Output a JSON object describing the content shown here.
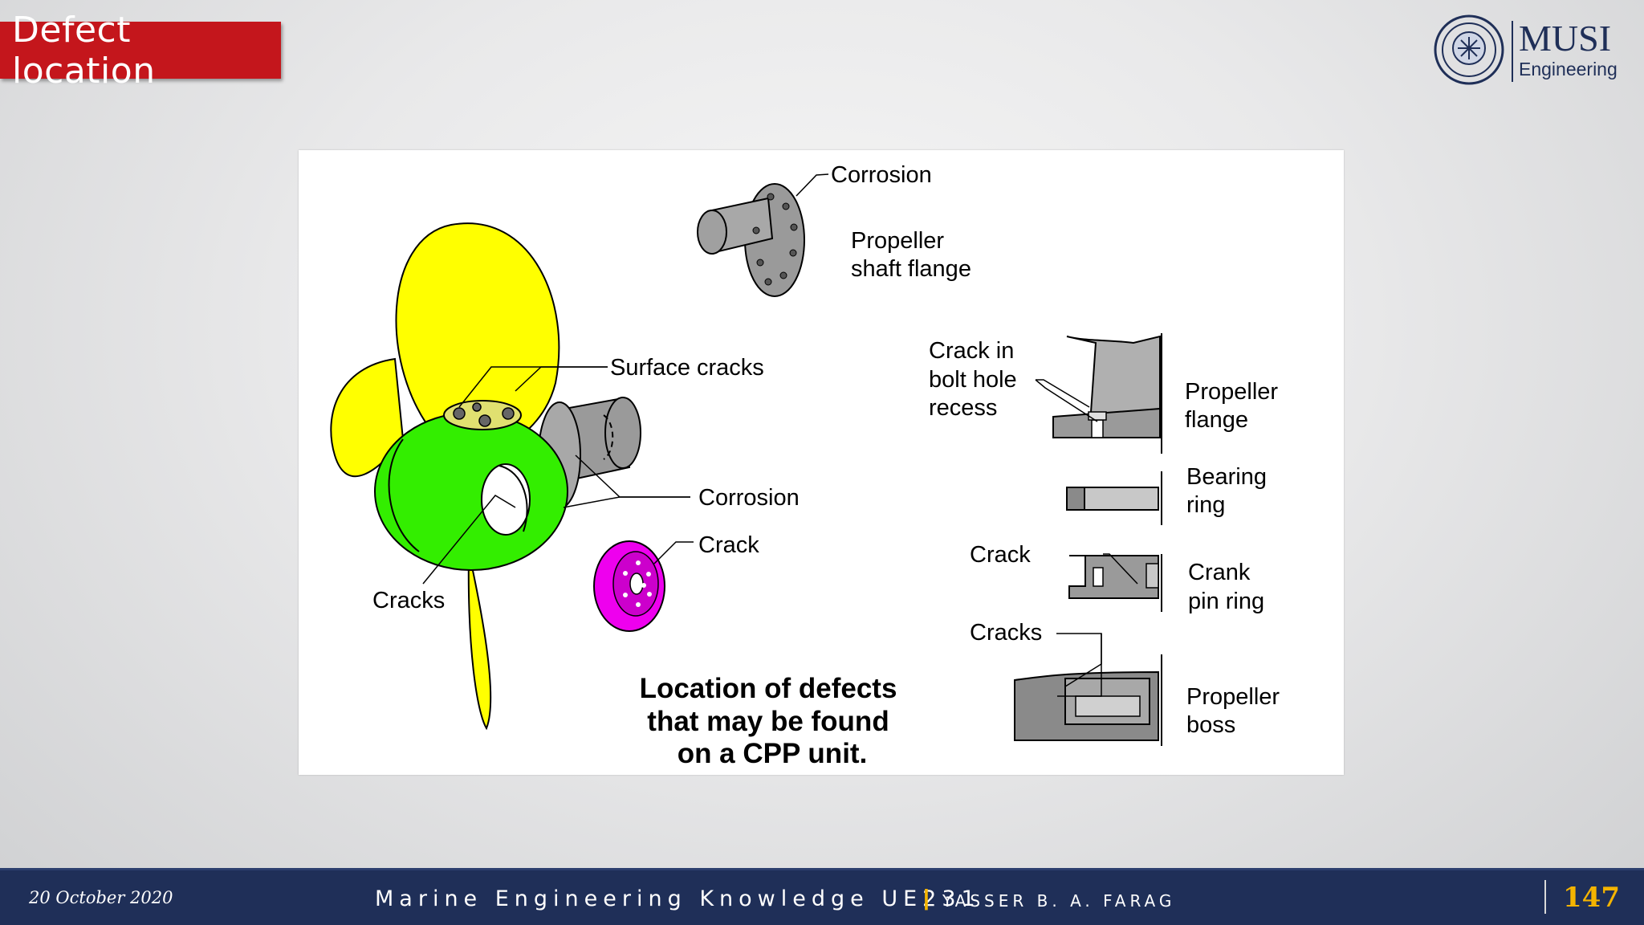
{
  "slide": {
    "title": "Defect location",
    "logo": {
      "name": "MUSI",
      "sub": "Engineering"
    }
  },
  "diagram": {
    "caption": [
      "Location of defects",
      "that may be found",
      "on a CPP unit."
    ],
    "labels": {
      "corrosion_top": "Corrosion",
      "shaft_flange": [
        "Propeller",
        "shaft flange"
      ],
      "surface_cracks": "Surface cracks",
      "corrosion_mid": "Corrosion",
      "crack_hub": "Crack",
      "cracks_left": "Cracks",
      "crack_in_bolt": [
        "Crack in",
        "bolt hole",
        "recess"
      ],
      "propeller_flange": [
        "Propeller",
        "flange"
      ],
      "bearing_ring": [
        "Bearing",
        "ring"
      ],
      "crack_right": "Crack",
      "crank_pin_ring": [
        "Crank",
        "pin ring"
      ],
      "cracks_right": "Cracks",
      "propeller_boss": [
        "Propeller",
        "boss"
      ]
    },
    "colors": {
      "blade": "#ffff00",
      "hub": "#33ee00",
      "ring": "#ee00ee",
      "part": "#9a9a9a"
    }
  },
  "footer": {
    "date": "20 October 2020",
    "course": "Marine Engineering Knowledge UE231",
    "separator": "|",
    "author": "YASSER B. A. FARAG",
    "page": "147"
  }
}
